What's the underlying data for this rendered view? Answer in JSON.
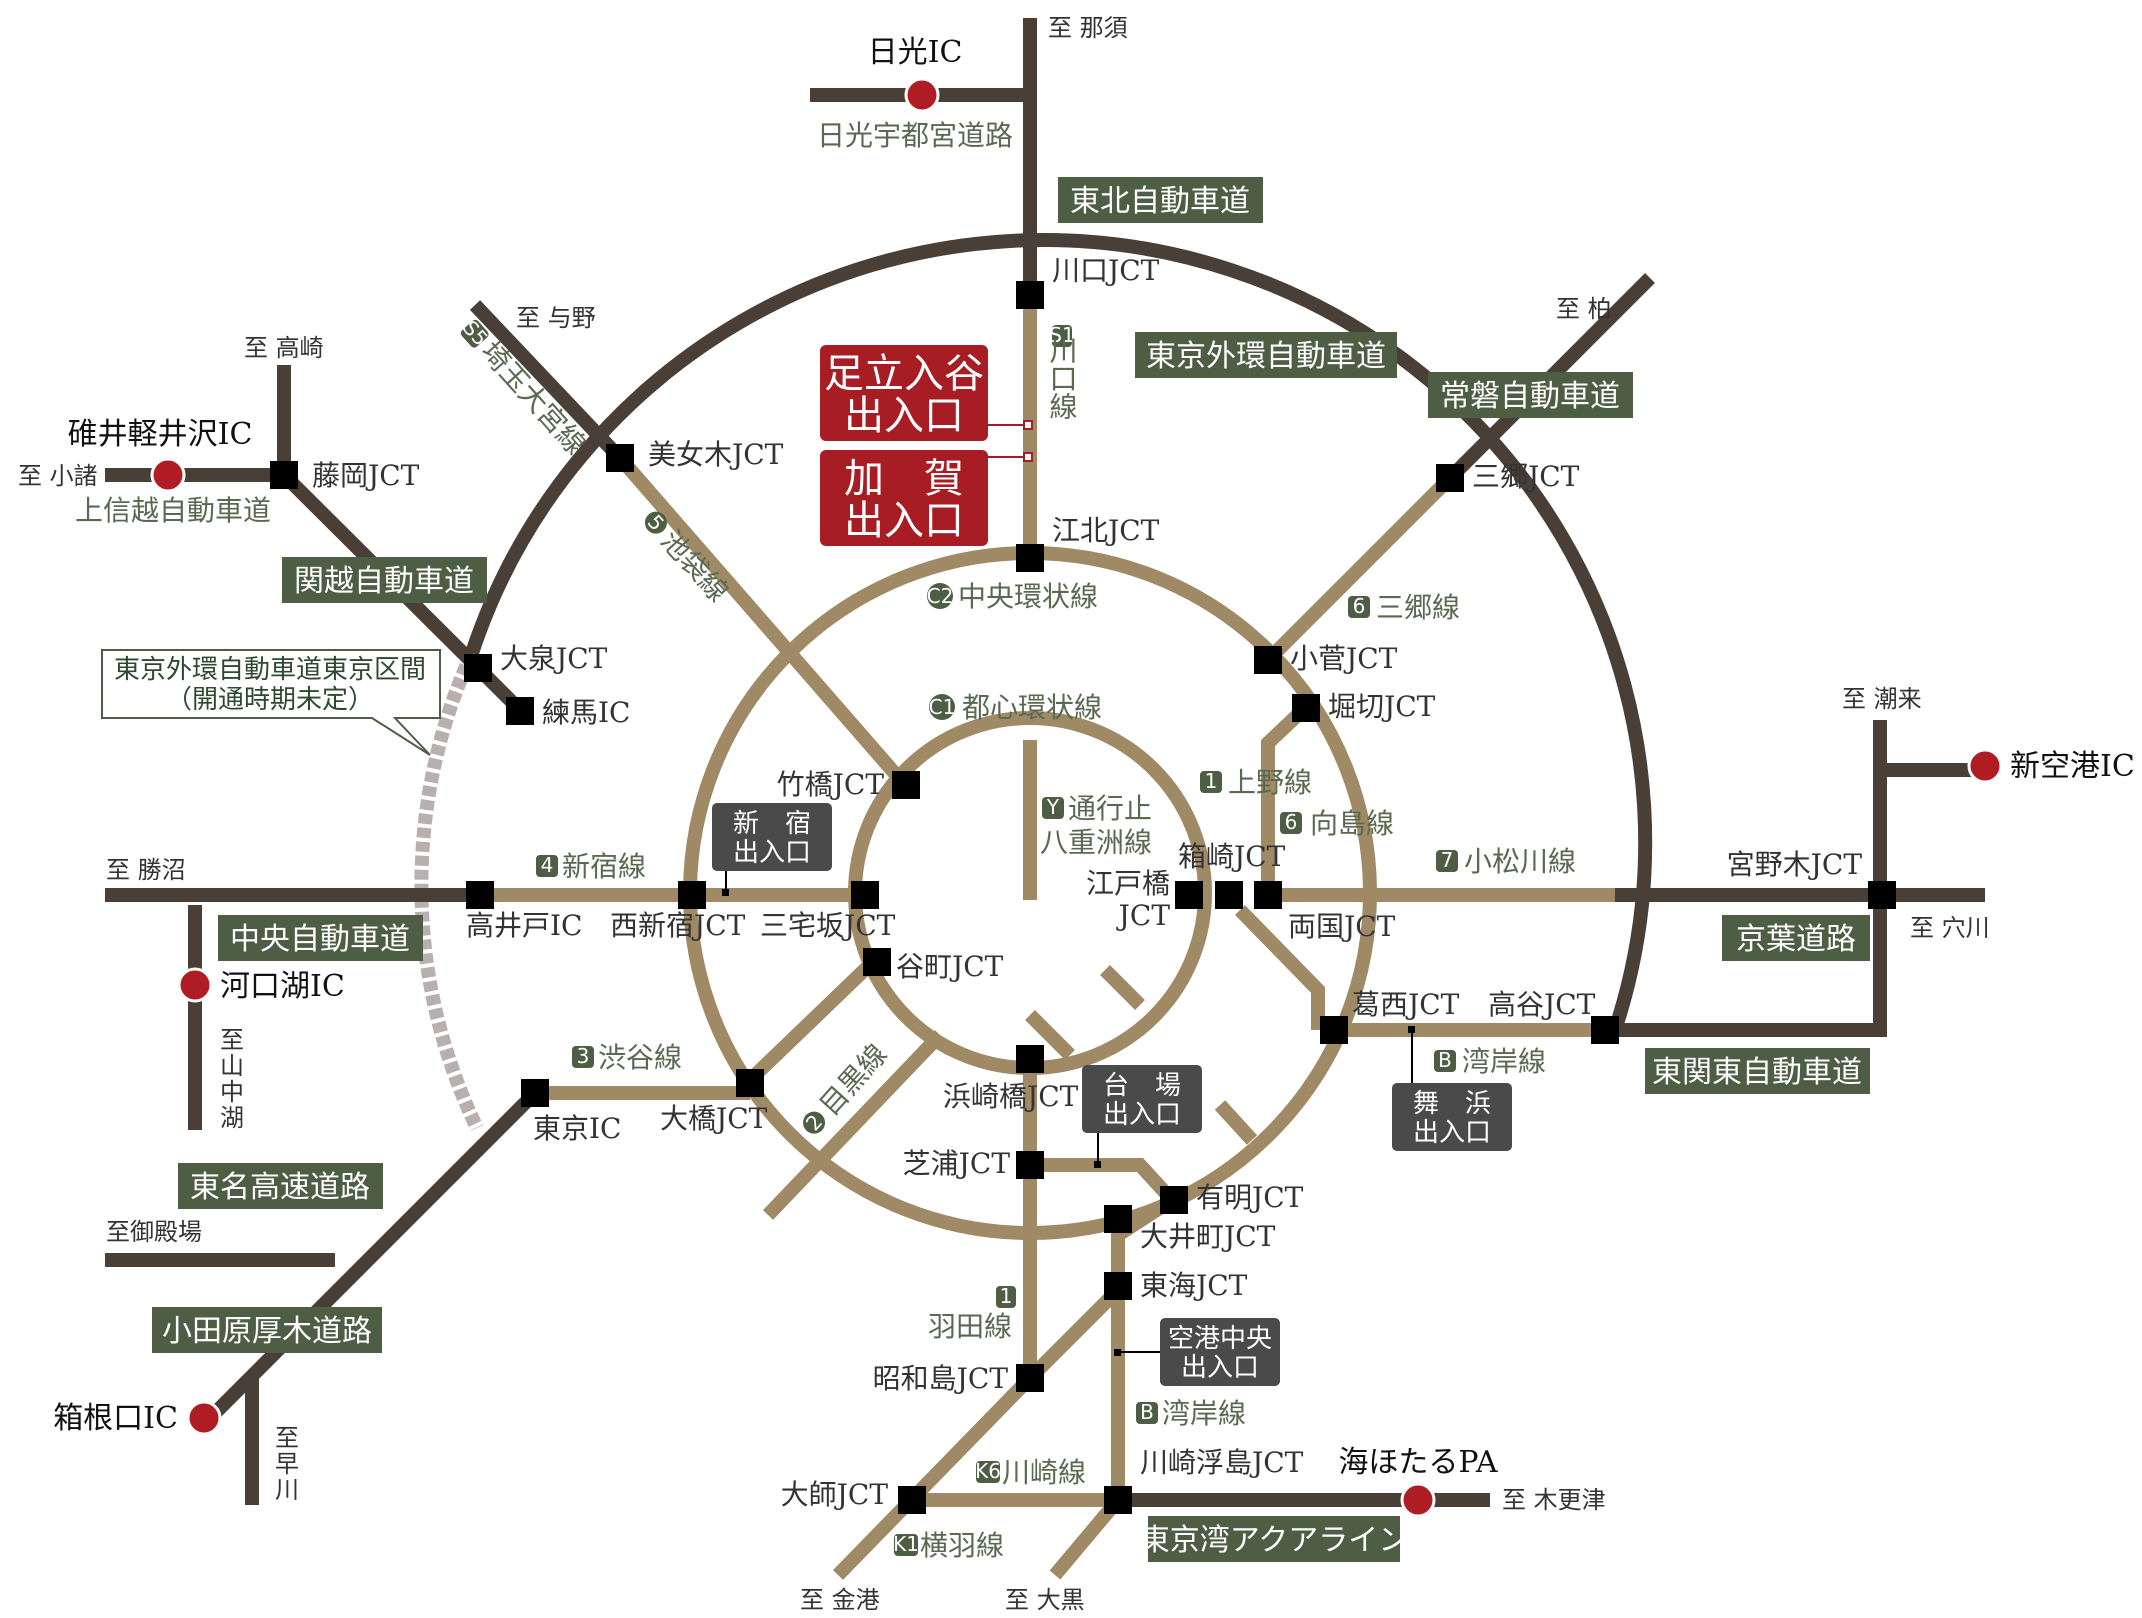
{
  "colors": {
    "outer_road": "#4a3f36",
    "inner_road": "#a08a66",
    "planned": "#b9aeb0",
    "junction": "#000000",
    "ic": "#b01c24",
    "green_box": "#4d5e45",
    "red_exit": "#a81d24",
    "gray_exit": "#4a4a4a"
  },
  "expressways": {
    "tohoku": "東北自動車道",
    "gaikan": "東京外環自動車道",
    "joban": "常磐自動車道",
    "kanetsu": "関越自動車道",
    "chuo": "中央自動車道",
    "keiyo": "京葉道路",
    "higashikanto": "東関東自動車道",
    "tomei": "東名高速道路",
    "odawara": "小田原厚木道路",
    "aqualine": "東京湾アクアライン"
  },
  "routes": {
    "s1": {
      "badge": "S1",
      "name": "川口線"
    },
    "s5": {
      "badge": "S5",
      "name": "埼玉大宮線"
    },
    "r5": {
      "badge": "5",
      "name": "池袋線"
    },
    "c2": {
      "badge": "C2",
      "name": "中央環状線"
    },
    "c1": {
      "badge": "C1",
      "name": "都心環状線"
    },
    "r6_misato": {
      "badge": "6",
      "name": "三郷線"
    },
    "r1_ueno": {
      "badge": "1",
      "name": "上野線"
    },
    "r6_mukojima": {
      "badge": "6",
      "name": "向島線"
    },
    "r7": {
      "badge": "7",
      "name": "小松川線"
    },
    "r4": {
      "badge": "4",
      "name": "新宿線"
    },
    "r3": {
      "badge": "3",
      "name": "渋谷線"
    },
    "r2": {
      "badge": "2",
      "name": "目黒線"
    },
    "y": {
      "badge": "Y",
      "name1": "通行止",
      "name2": "八重洲線"
    },
    "b_top": {
      "badge": "B",
      "name": "湾岸線"
    },
    "b_bottom": {
      "badge": "B",
      "name": "湾岸線"
    },
    "r1_haneda": {
      "badge": "1",
      "name": "羽田線"
    },
    "k6": {
      "badge": "K6",
      "name": "川崎線"
    },
    "k1": {
      "badge": "K1",
      "name": "横羽線"
    },
    "nikko_road": "日光宇都宮道路",
    "joshinetsu": "上信越自動車道"
  },
  "junctions": {
    "kawaguchi": "川口JCT",
    "bijogi": "美女木JCT",
    "misato": "三郷JCT",
    "oizumi": "大泉JCT",
    "nerima": "練馬IC",
    "fujioka": "藤岡JCT",
    "kohoku": "江北JCT",
    "kosuge": "小菅JCT",
    "horikiri": "堀切JCT",
    "takebashi": "竹橋JCT",
    "hakozaki": "箱崎JCT",
    "edobashi1": "江戸橋",
    "edobashi2": "JCT",
    "ryogoku": "両国JCT",
    "takaido": "高井戸IC",
    "nishishinjuku": "西新宿JCT",
    "miyakezaka": "三宅坂JCT",
    "tanimachi": "谷町JCT",
    "kasai": "葛西JCT",
    "koya": "高谷JCT",
    "miyanogi": "宮野木JCT",
    "tokyo_ic": "東京IC",
    "ohashi": "大橋JCT",
    "hamazakibashi": "浜崎橋JCT",
    "shibaura": "芝浦JCT",
    "ariake": "有明JCT",
    "oimachi": "大井町JCT",
    "tokai": "東海JCT",
    "showajima": "昭和島JCT",
    "daishi": "大師JCT",
    "kawasaki_ukishima": "川崎浮島JCT"
  },
  "ics": {
    "nikko": "日光IC",
    "usui": "碓井軽井沢IC",
    "kawaguchiko": "河口湖IC",
    "shinkuko": "新空港IC",
    "hakoneguchi": "箱根口IC",
    "umihotaru": "海ほたるPA"
  },
  "destinations": {
    "nasu": "至 那須",
    "yono": "至 与野",
    "takasaki": "至 高崎",
    "komoro": "至 小諸",
    "kashiwa": "至 柏",
    "katsunuma": "至 勝沼",
    "yamanakako": [
      "至",
      "山",
      "中",
      "湖"
    ],
    "itako": "至 潮来",
    "anegawa": "至 穴川",
    "gotemba": "至御殿場",
    "hayakawa": [
      "至",
      "早",
      "川"
    ],
    "kisarazu": "至 木更津",
    "kanazawa": "至 金港",
    "daikoku": "至 大黒"
  },
  "exits": {
    "adachi": [
      "足立入谷",
      "出入口"
    ],
    "kaga": [
      "加　賀",
      "出入口"
    ],
    "shinjuku": [
      "新　宿",
      "出入口"
    ],
    "daiba": [
      "台　場",
      "出入口"
    ],
    "maihama": [
      "舞　浜",
      "出入口"
    ],
    "kuko": [
      "空港中央",
      "出入口"
    ]
  },
  "callout": [
    "東京外環自動車道東京区間",
    "（開通時期未定）"
  ]
}
